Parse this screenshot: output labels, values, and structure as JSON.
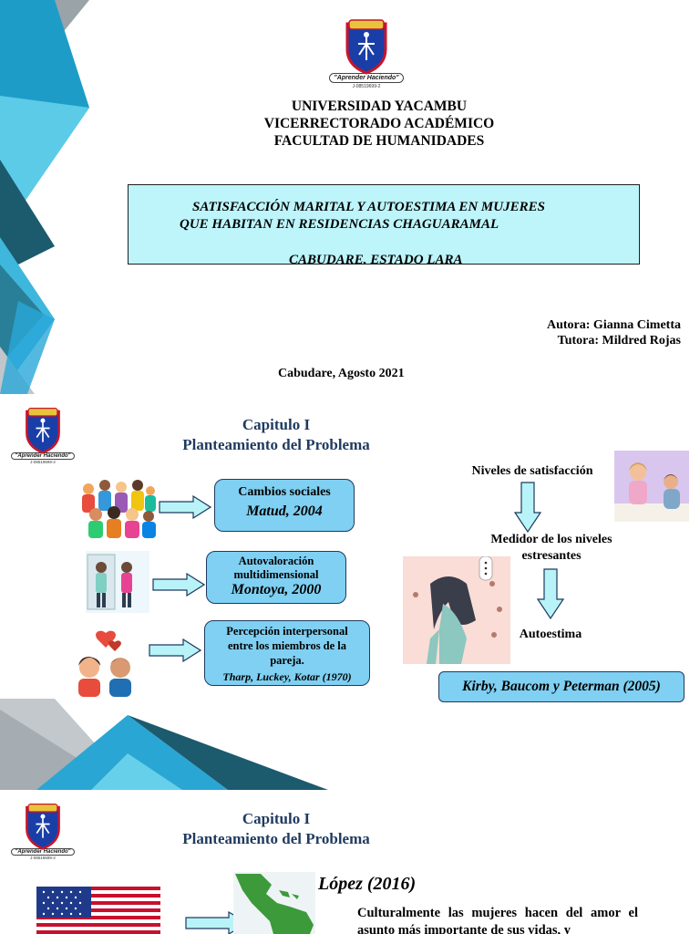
{
  "slide1": {
    "logo": {
      "banner": "\"Aprender Haciendo\"",
      "rif": "J-08519699-2"
    },
    "university": {
      "line1": "UNIVERSIDAD YACAMBU",
      "line2": "VICERRECTORADO ACADÉMICO",
      "line3": "FACULTAD DE HUMANIDADES"
    },
    "thesis": {
      "line1": "SATISFACCIÓN MARITAL Y AUTOESTIMA EN MUJERES",
      "line2": "QUE HABITAN EN RESIDENCIAS CHAGUARAMAL",
      "line3": "CABUDARE, ESTADO LARA"
    },
    "authors": {
      "author": "Autora: Gianna Cimetta",
      "tutor": "Tutora: Mildred Rojas"
    },
    "date": "Cabudare, Agosto 2021",
    "colors": {
      "accent_blue": "#29a8d8",
      "teal": "#1c5a6e",
      "grey": "#9aa3a8",
      "box_fill": "#bdf5fb"
    }
  },
  "slide2": {
    "logo": {
      "banner": "\"Aprender Haciendo\"",
      "rif": "J-08519699-2"
    },
    "title": {
      "line1": "Capitulo I",
      "line2": "Planteamiento del Problema"
    },
    "bubbles": [
      {
        "text": "Cambios sociales",
        "cite": "Matud, 2004"
      },
      {
        "text": "Autovaloración multidimensional",
        "cite": "Montoya, 2000"
      },
      {
        "text": "Percepción interpersonal entre los miembros de la pareja.",
        "cite": "Tharp, Luckey, Kotar (1970)"
      }
    ],
    "right": {
      "niveles": "Niveles de satisfacción",
      "medidor": "Medidor de los niveles estresantes",
      "autoestima": "Autoestima",
      "cite": "Kirby, Baucom y Peterman (2005)"
    },
    "colors": {
      "bubble_fill": "#7fd0f2",
      "arrow_fill": "#b8f3f8",
      "title_color": "#1f3a5f"
    }
  },
  "slide3": {
    "logo": {
      "banner": "\"Aprender Haciendo\"",
      "rif": "J-08519699-2"
    },
    "title": {
      "line1": "Capitulo I",
      "line2": "Planteamiento del Problema"
    },
    "cite": "López (2016)",
    "text": "Culturalmente las mujeres hacen del amor el asunto más importante de sus vidas, y"
  }
}
